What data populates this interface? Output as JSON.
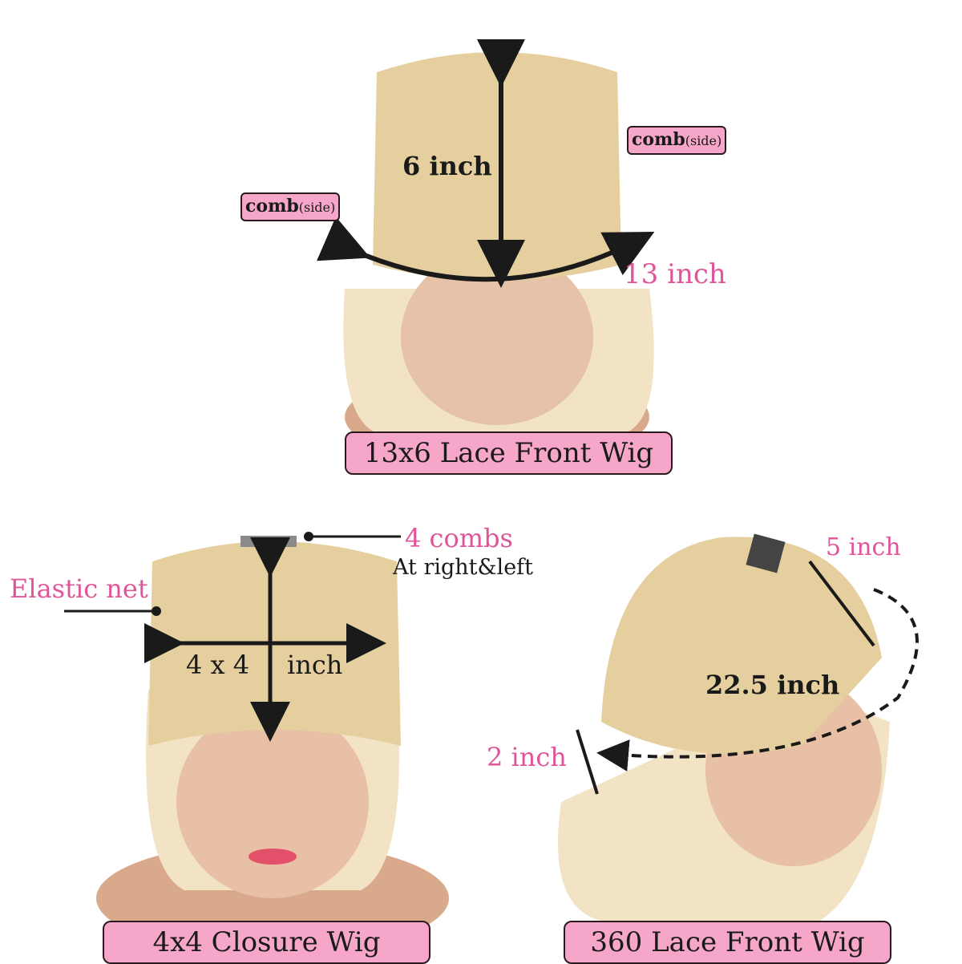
{
  "top": {
    "height_label": "6 inch",
    "width_label": "13 inch",
    "comb_left": {
      "main": "comb",
      "sub": "(side)"
    },
    "comb_right": {
      "main": "comb",
      "sub": "(side)"
    },
    "title": "13x6 Lace Front Wig"
  },
  "bottom_left": {
    "combs_label": "4 combs",
    "combs_sub": "At right&left",
    "elastic_label": "Elastic net",
    "size_a": "4 x 4",
    "size_b": "inch",
    "title": "4x4 Closure Wig"
  },
  "bottom_right": {
    "depth_label": "5 inch",
    "circ_label": "22.5 inch",
    "band_label": "2 inch",
    "title": "360 Lace Front Wig"
  },
  "colors": {
    "label_bg": "#f6a6c8",
    "accent_text": "#e0559a",
    "cap": "#e6cf9e"
  }
}
